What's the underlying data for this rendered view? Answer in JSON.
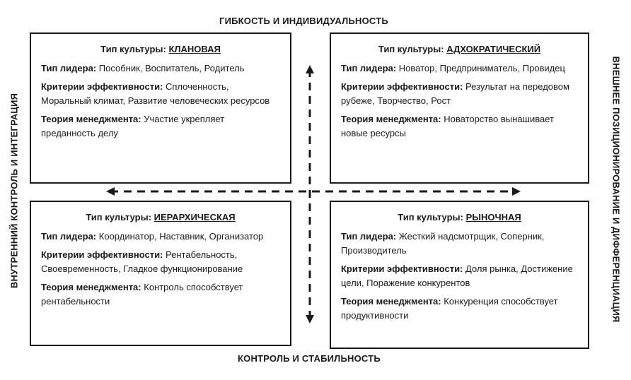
{
  "axes": {
    "top": "ГИБКОСТЬ И ИНДИВИДУАЛЬНОСТЬ",
    "bottom": "КОНТРОЛЬ И СТАБИЛЬНОСТЬ",
    "left": "ВНУТРЕННИЙ КОНТРОЛЬ И ИНТЕГРАЦИЯ",
    "right": "ВНЕШНЕЕ ПОЗИЦИОНИРОВАНИЕ И ДИФФЕРЕНЦИАЦИЯ"
  },
  "labels": {
    "culture_type": "Тип культуры:",
    "leader_type": "Тип лидера:",
    "criteria": "Критерии эффективности:",
    "theory": "Теория менеджмента:"
  },
  "quadrants": {
    "top_left": {
      "culture": "КЛАНОВАЯ",
      "leader": "Пособник, Воспитатель, Родитель",
      "criteria": "Сплоченность, Моральный климат, Развитие человеческих ресурсов",
      "theory": "Участие укрепляет преданность делу"
    },
    "top_right": {
      "culture": "АДХОКРАТИЧЕСКИЙ",
      "leader": "Новатор, Предприниматель, Провидец",
      "criteria": "Результат на передовом рубеже, Творчество, Рост",
      "theory": "Новаторство вынашивает новые ресурсы"
    },
    "bottom_left": {
      "culture": "ИЕРАРХИЧЕСКАЯ",
      "leader": "Координатор, Наставник, Организатор",
      "criteria": "Рентабельность, Своевременность, Гладкое функционирование",
      "theory": "Контроль способствует рентабельности"
    },
    "bottom_right": {
      "culture": "РЫНОЧНАЯ",
      "leader": "Жесткий надсмотрщик, Соперник, Производитель",
      "criteria": "Доля рынка, Достижение цели, Поражение конкурентов",
      "theory": "Конкуренция способствует продуктивности"
    }
  },
  "colors": {
    "text": "#1a1a1a",
    "border": "#1a1a1a",
    "background": "#ffffff"
  }
}
